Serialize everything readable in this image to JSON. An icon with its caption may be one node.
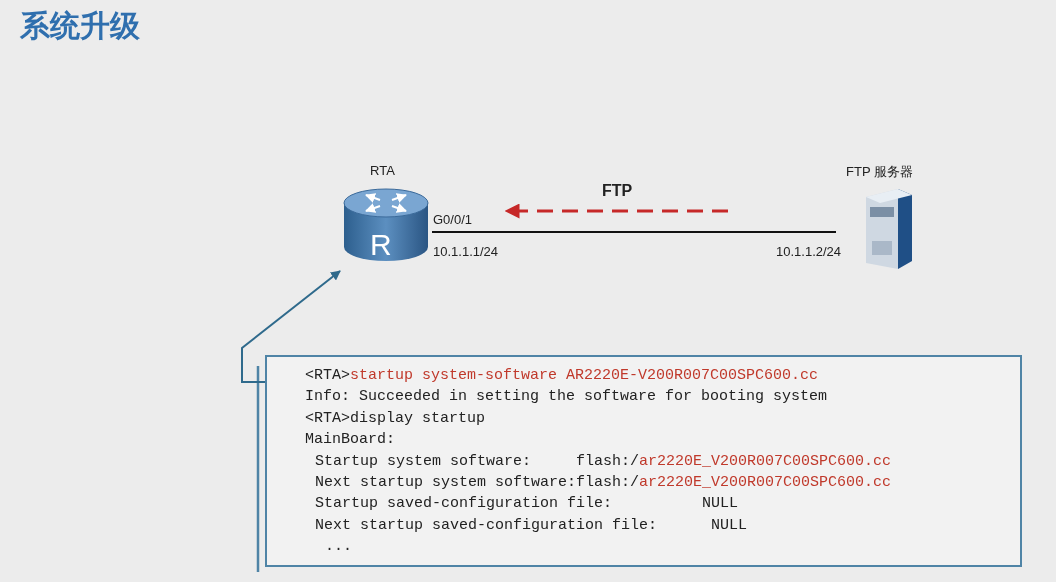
{
  "diagram": {
    "title": "系统升级",
    "nodes": [
      {
        "text": [
          "RTA"
        ]
      },
      {
        "text": [
          "FTP 服务器"
        ]
      },
      {
        "text": [
          "<RTA>",
          "startup system-software AR2220E-V200R007C00SPC600.cc",
          "Info: Succeeded in setting the software for booting system",
          "<RTA>display startup",
          "MainBoard:",
          "Startup system software:     flash:/",
          "ar2220E_V200R007C00SPC600.cc",
          "Next startup system software:flash:/",
          "ar2220E_V200R007C00SPC600.cc",
          "Startup saved-configuration file:          NULL",
          "Next startup saved-configuration file:      NULL",
          "..."
        ]
      }
    ],
    "edges": [
      {
        "from": 0,
        "to": 1,
        "arrow": "none"
      },
      {
        "from": 2,
        "to": 0,
        "arrow": "to",
        "color": "#2f6a8c"
      }
    ],
    "labels": [
      "R",
      "FTP",
      "G0/0/1",
      "10.1.1.1/24",
      "10.1.1.2/24"
    ]
  }
}
